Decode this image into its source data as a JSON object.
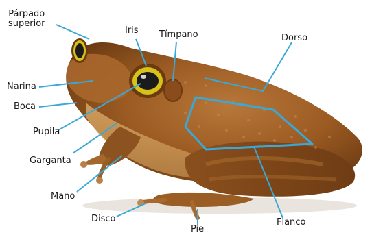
{
  "labels": {
    "parpado_superior": "Párpado\nsuperior",
    "iris": "Iris",
    "timpano": "Tímpano",
    "dorso": "Dorso",
    "narina": "Narina",
    "boca": "Boca",
    "pupila": "Pupila",
    "garganta": "Garganta",
    "mano": "Mano",
    "disco": "Disco",
    "pie": "Pie",
    "flanco": "Flanco"
  },
  "colors": {
    "leader_line": "#3aa8d8",
    "frog_body": "#9a5a22",
    "frog_belly": "#d9a866",
    "eye_ring": "#d8c21a",
    "background": "#ffffff"
  }
}
